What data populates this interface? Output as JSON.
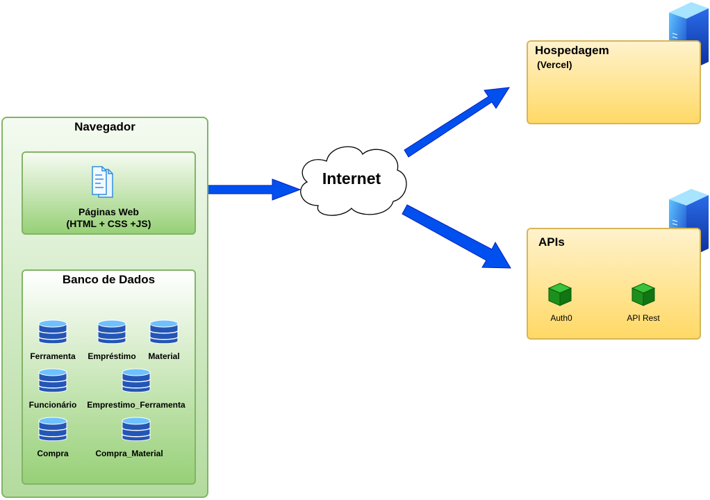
{
  "navegador": {
    "title": "Navegador",
    "paginas": {
      "line1": "Páginas Web",
      "line2": "(HTML + CSS +JS)"
    },
    "banco": {
      "title": "Banco de Dados",
      "tables": [
        "Ferramenta",
        "Empréstimo",
        "Material",
        "Funcionário",
        "Emprestimo_Ferramenta",
        "Compra",
        "Compra_Material"
      ]
    }
  },
  "internet": {
    "label": "Internet"
  },
  "hospedagem": {
    "title": "Hospedagem",
    "subtitle": "(Vercel)"
  },
  "apis": {
    "title": "APIs",
    "items": [
      "Auth0",
      "API Rest"
    ]
  },
  "colors": {
    "arrow": "#0050ef",
    "db": "#2456b5",
    "green_block": "#1d8f1d"
  }
}
